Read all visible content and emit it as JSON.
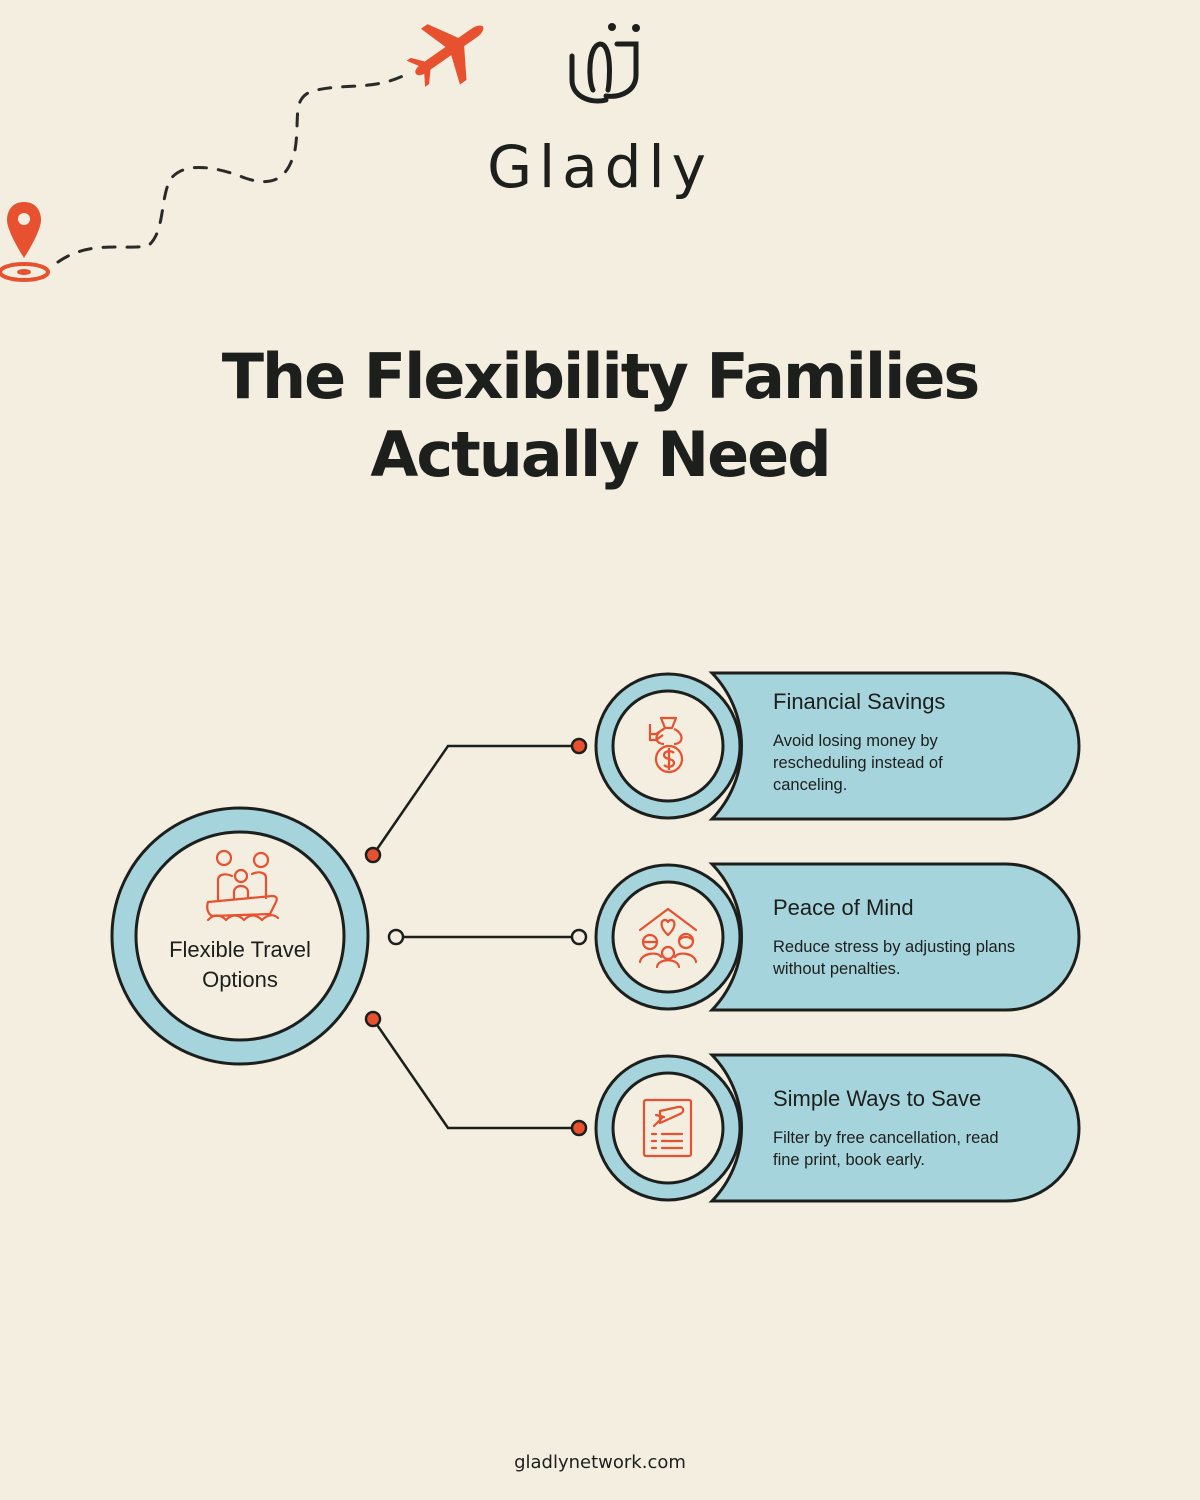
{
  "brand": {
    "name": "Gladly",
    "logo_icon": "gladly-logo-icon",
    "website": "gladlynetwork.com"
  },
  "decor": {
    "start_icon": "map-pin-icon",
    "end_icon": "airplane-icon",
    "path_style": "dashed"
  },
  "title": {
    "line1": "The Flexibility Families",
    "line2": "Actually Need"
  },
  "hub": {
    "label": "Flexible Travel Options",
    "icon": "family-boat-icon"
  },
  "branches": [
    {
      "title": "Financial Savings",
      "description": "Avoid losing money by rescheduling instead of canceling.",
      "icon": "money-bag-icon"
    },
    {
      "title": "Peace of Mind",
      "description": "Reduce stress by adjusting plans without penalties.",
      "icon": "family-home-heart-icon"
    },
    {
      "title": "Simple Ways to Save",
      "description": "Filter by free cancellation, read fine print, book early.",
      "icon": "flight-checklist-icon"
    }
  ],
  "colors": {
    "background": "#f3eee0",
    "accent": "#e8512f",
    "panel": "#a6d4dd",
    "ink": "#1d1f1c"
  }
}
